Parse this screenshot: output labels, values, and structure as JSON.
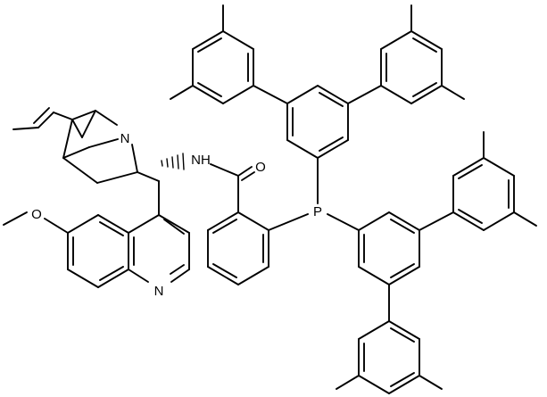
{
  "molecule": {
    "atom_labels": {
      "amide_nitrogen": "NH",
      "carbonyl_oxygen": "O",
      "quinuclidine_nitrogen": "N",
      "methoxy_oxygen": "O",
      "quinoline_nitrogen": "N",
      "phosphorus": "P"
    }
  }
}
